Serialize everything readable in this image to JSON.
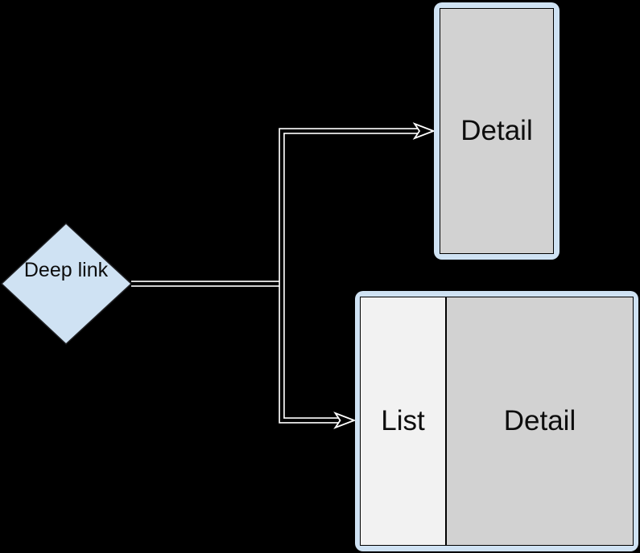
{
  "colors": {
    "background": "#000000",
    "node_fill": "#cfe2f3",
    "node_border": "#202124",
    "device_frame": "#cfe2f3",
    "screen_border": "#000000",
    "detail_fill": "#d2d2d2",
    "list_fill": "#f2f2f2",
    "connector": "#ffffff",
    "text": "#0d0d0d"
  },
  "diagram": {
    "deep_link": {
      "label": "Deep link",
      "shape": "diamond"
    },
    "phone": {
      "label": "Detail"
    },
    "tablet": {
      "list_label": "List",
      "detail_label": "Detail"
    },
    "connectors": [
      {
        "from": "deep-link",
        "to": "phone-detail",
        "style": "outlined-arrow"
      },
      {
        "from": "deep-link",
        "to": "tablet-list-detail",
        "style": "outlined-arrow"
      }
    ]
  }
}
